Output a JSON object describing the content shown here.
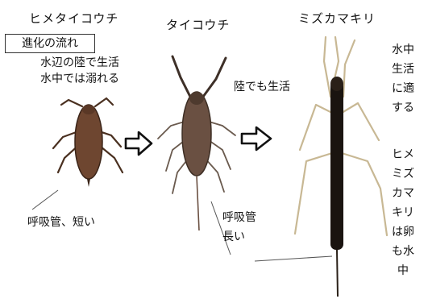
{
  "insects": {
    "small": {
      "name": "ヒメタイコウチ"
    },
    "medium": {
      "name": "タイコウチ"
    },
    "large": {
      "name": "ミズカマキリ"
    }
  },
  "evolution_label": "進化の流れ",
  "notes": {
    "small_habitat": [
      "水辺の陸で生活",
      "水中では溺れる"
    ],
    "medium_habitat": "陸でも生活",
    "small_tube": "呼吸管、短い",
    "medium_tube": [
      "呼吸管",
      "長い"
    ],
    "large_adapted_chars": [
      "水",
      "中",
      "生",
      "活",
      "に",
      "適",
      "す",
      "る"
    ],
    "small_egg_chars": [
      "ヒ",
      "メ",
      "ミ",
      "ズ",
      "カ",
      "マ",
      "キ",
      "リ",
      "は",
      "卵",
      "も",
      "水",
      "中"
    ]
  },
  "colors": {
    "small_body": "#6e4630",
    "medium_body": "#6a5042",
    "large_body": "#1a1410",
    "leg": "#c8b894",
    "arrow": "#111111"
  },
  "icons": [
    "right-arrow-icon",
    "right-arrow-icon"
  ]
}
